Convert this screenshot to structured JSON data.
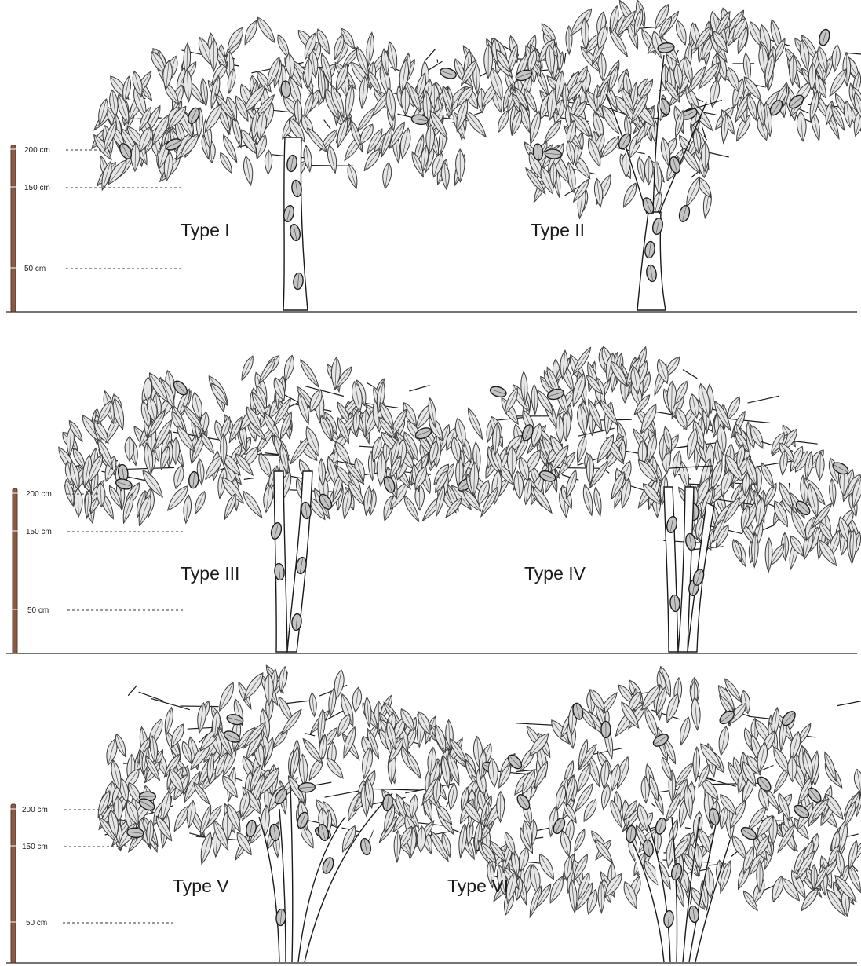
{
  "panels": [
    {
      "scale": [
        "200 cm",
        "150 cm",
        "50 cm"
      ],
      "trees": [
        {
          "label": "Type I",
          "stems": 1
        },
        {
          "label": "Type II",
          "stems": 3
        }
      ]
    },
    {
      "scale": [
        "200 cm",
        "150 cm",
        "50 cm"
      ],
      "trees": [
        {
          "label": "Type III",
          "stems": 2
        },
        {
          "label": "Type IV",
          "stems": 3
        }
      ]
    },
    {
      "scale": [
        "200 cm",
        "150 cm",
        "50 cm"
      ],
      "trees": [
        {
          "label": "Type V",
          "stems": 5
        },
        {
          "label": "Type VI",
          "stems": 6
        }
      ]
    }
  ],
  "colors": {
    "scale_pole": "#8a5a44",
    "leaf_fill": "#e6e6e6",
    "pod_fill": "#c4c4c4",
    "outline": "#1a1a1a"
  }
}
